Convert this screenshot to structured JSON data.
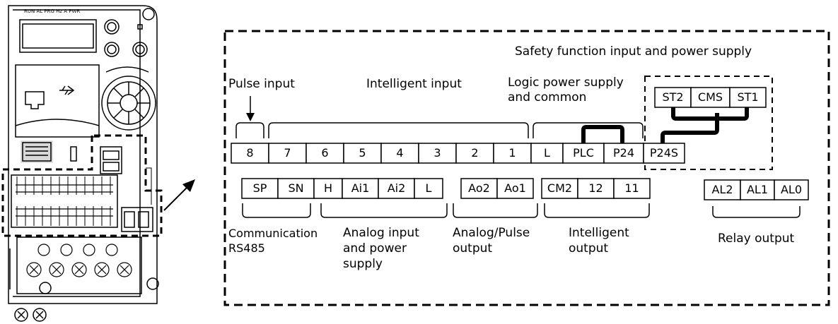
{
  "device_panel": {
    "status_leds": "RUN AL PRG Hz A PWR"
  },
  "labels": {
    "safety": "Safety function input and power supply",
    "pulse_input": "Pulse input",
    "intelligent_input": "Intelligent input",
    "logic_power_1": "Logic power supply",
    "logic_power_2": "and common",
    "communication_1": "Communication",
    "communication_2": "RS485",
    "analog_input_1": "Analog input",
    "analog_input_2": "and power",
    "analog_input_3": "supply",
    "analog_pulse_1": "Analog/Pulse",
    "analog_pulse_2": "output",
    "intelligent_output_1": "Intelligent",
    "intelligent_output_2": "output",
    "relay_output": "Relay output"
  },
  "terminals": {
    "top_row": [
      "8",
      "7",
      "6",
      "5",
      "4",
      "3",
      "2",
      "1",
      "L",
      "PLC",
      "P24",
      "P24S"
    ],
    "bottom_row": [
      "SP",
      "SN",
      "H",
      "Ai1",
      "Ai2",
      "L",
      "Ao2",
      "Ao1",
      "CM2",
      "12",
      "11"
    ],
    "safety_row": [
      "ST2",
      "CMS",
      "ST1"
    ],
    "relay_row": [
      "AL2",
      "AL1",
      "AL0"
    ]
  }
}
